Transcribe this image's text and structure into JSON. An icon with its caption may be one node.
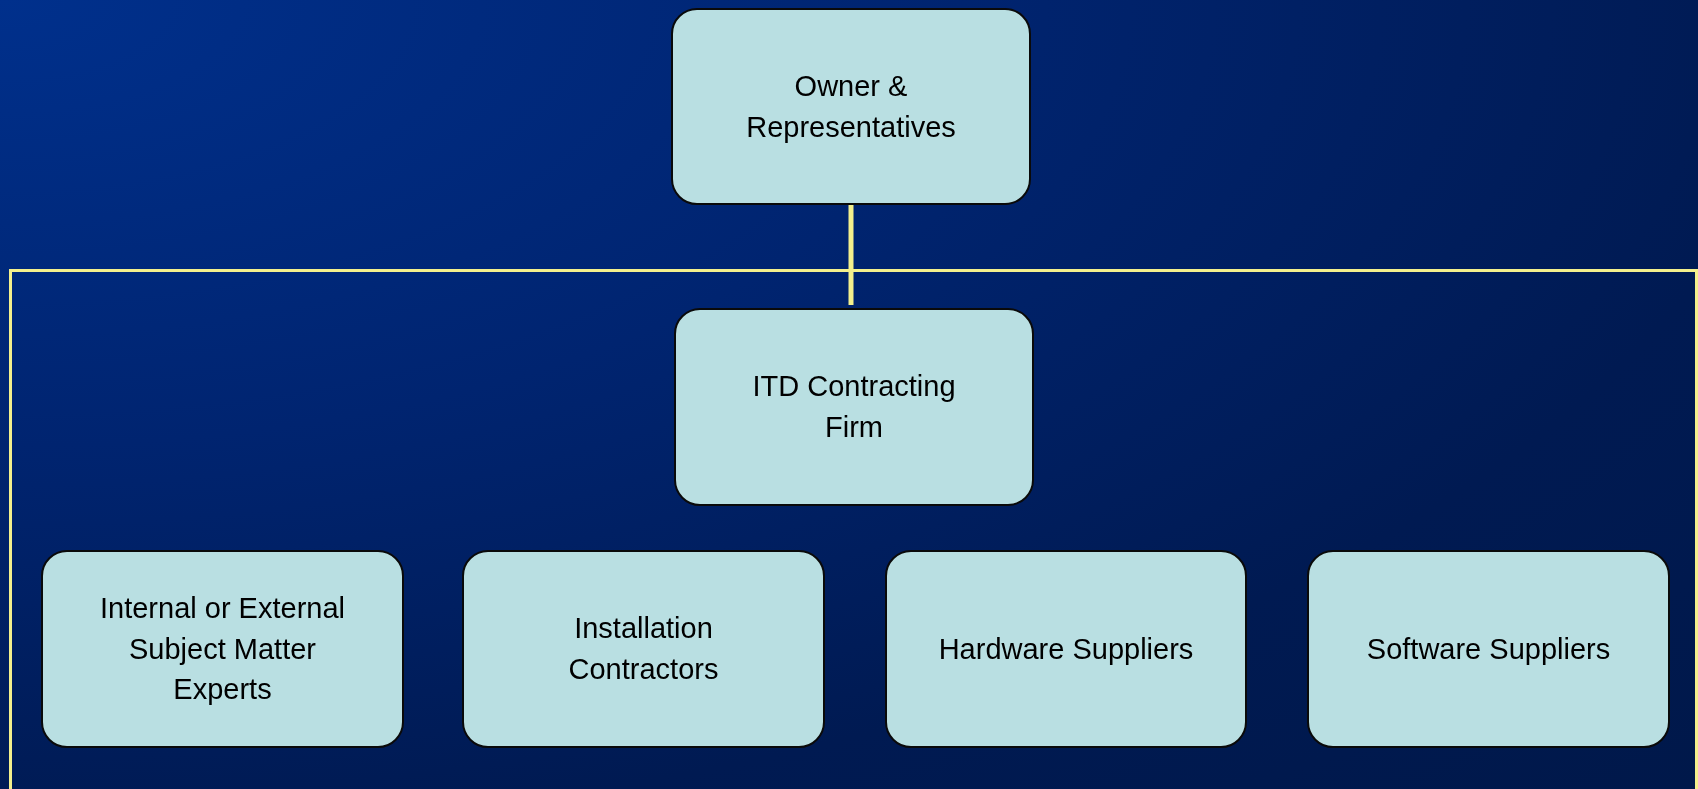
{
  "diagram": {
    "nodes": [
      {
        "text": [
          "Owner & Representatives"
        ]
      },
      {
        "text": [],
        "shape": "box"
      },
      {
        "text": [
          "ITD Contracting Firm"
        ],
        "in": 1
      },
      {
        "text": [
          "Internal or External Subject Matter Experts"
        ],
        "in": 1
      },
      {
        "text": [
          "Installation Contractors"
        ],
        "in": 1
      },
      {
        "text": [
          "Hardware Suppliers"
        ],
        "in": 1
      },
      {
        "text": [
          "Software Suppliers"
        ],
        "in": 1
      }
    ],
    "edges": [
      {
        "from": 0,
        "to": 2,
        "arrow": "none"
      }
    ]
  }
}
